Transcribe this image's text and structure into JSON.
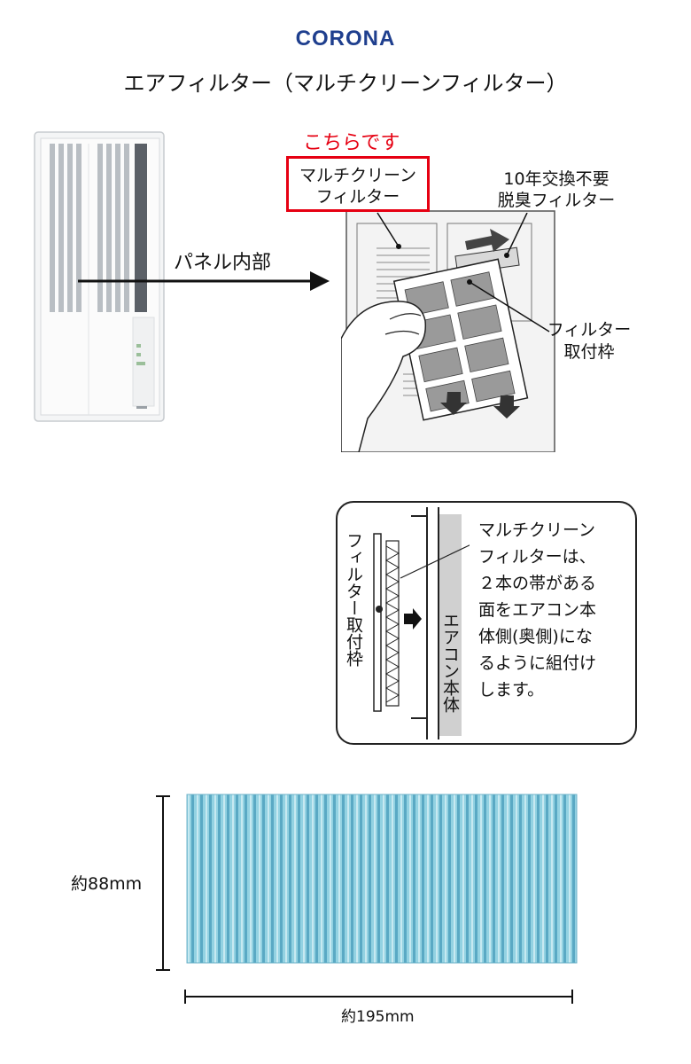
{
  "brand": "CORONA",
  "title": "エアフィルター（マルチクリーンフィルター）",
  "callouts": {
    "here": "こちらです",
    "multiclean": "マルチクリーン\nフィルター",
    "deodorizer": "10年交換不要\n脱臭フィルター",
    "panel_inside": "パネル内部",
    "filter_frame": "フィルター\n取付枠"
  },
  "assembly_note": {
    "text": "マルチクリーン\nフィルターは、\n２本の帯がある\n面をエアコン本\n体側(奥側)にな\nるように組付け\nします。",
    "frame_label": "フィルター取付枠",
    "body_label": "エアコン本体"
  },
  "dimensions": {
    "height": "約88mm",
    "width": "約195mm"
  },
  "colors": {
    "brand": "#1f3f8e",
    "highlight": "#e60012",
    "filter_blue": "#8ccfe0"
  }
}
